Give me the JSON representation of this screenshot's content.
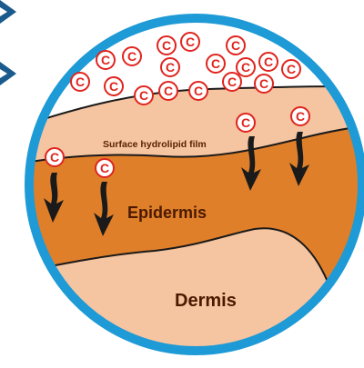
{
  "labels": {
    "film": "Surface hydrolipid film",
    "epidermis": "Epidermis",
    "dermis": "Dermis"
  },
  "molecule_letter": "C",
  "colors": {
    "ring": "#1e9ad6",
    "arrows_outside": "#1a5a8c",
    "sky": "#ffffff",
    "film": "#f5c4a0",
    "epidermis": "#e07f2a",
    "dermis": "#f5c4a0",
    "molecule_stroke": "#e0241e",
    "molecule_text": "#e0241e",
    "down_arrow": "#1a1a1a",
    "text_dark": "#5a2200"
  }
}
